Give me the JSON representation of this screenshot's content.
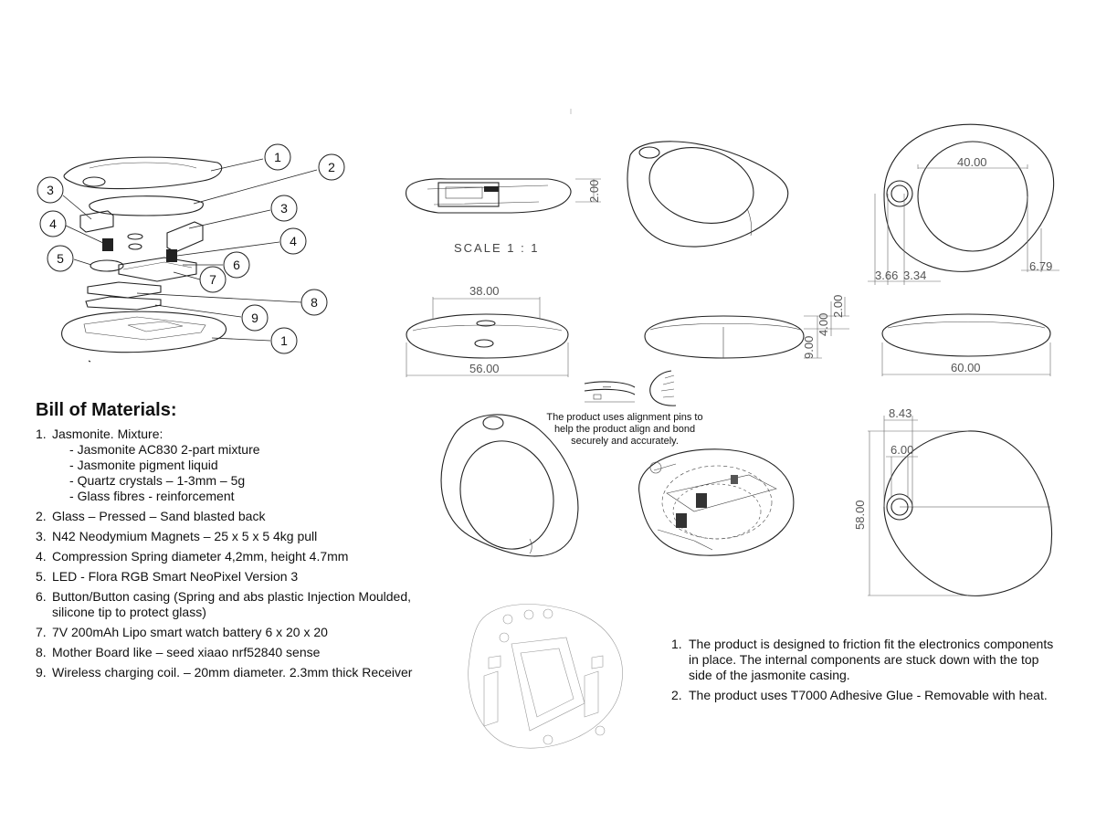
{
  "bom": {
    "title": "Bill of Materials:",
    "items": [
      {
        "num": "1.",
        "text": "Jasmonite. Mixture:",
        "sub": [
          "Jasmonite AC830 2-part mixture",
          "Jasmonite pigment liquid",
          "Quartz crystals – 1-3mm – 5g",
          "Glass fibres - reinforcement"
        ]
      },
      {
        "num": "2.",
        "text": "Glass – Pressed – Sand blasted back"
      },
      {
        "num": "3.",
        "text": "N42 Neodymium Magnets – 25 x 5 x 5 4kg pull"
      },
      {
        "num": "4.",
        "text": "Compression Spring diameter 4,2mm, height 4.7mm"
      },
      {
        "num": "5.",
        "text": "LED - Flora RGB Smart NeoPixel Version 3"
      },
      {
        "num": "6.",
        "text": "Button/Button casing (Spring and abs plastic Injection Moulded, silicone tip to protect glass)"
      },
      {
        "num": "7.",
        "text": "7V 200mAh Lipo smart watch battery 6 x 20 x 20"
      },
      {
        "num": "8.",
        "text": "Mother Board like – seed xiaao nrf52840 sense"
      },
      {
        "num": "9.",
        "text": "Wireless charging coil. – 20mm diameter. 2.3mm thick Receiver"
      }
    ]
  },
  "notes": [
    {
      "num": "1.",
      "text": "The product is designed to friction fit the electronics components in place. The internal components are stuck down with the top side of the jasmonite casing."
    },
    {
      "num": "2.",
      "text": "The product uses T7000 Adhesive Glue - Removable with heat."
    }
  ],
  "alignment_note": "The product uses alignment pins to help the product align and bond securely and accurately.",
  "scale_label": "SCALE 1 : 1",
  "balloons": [
    "1",
    "2",
    "3",
    "3",
    "4",
    "4",
    "5",
    "6",
    "7",
    "8",
    "9",
    "1"
  ],
  "dimensions": {
    "section_height": "2.00",
    "top_width": "40.00",
    "hole_offset_a": "3.66",
    "hole_offset_b": "3.34",
    "edge_offset": "6.79",
    "front_width": "38.00",
    "overall_width": "56.00",
    "side_total_height": "9.00",
    "side_mid_height": "4.00",
    "side_top_height": "2.00",
    "right_width": "60.00",
    "hole_center": "8.43",
    "hole_diameter": "6.00",
    "overall_height": "58.00"
  }
}
